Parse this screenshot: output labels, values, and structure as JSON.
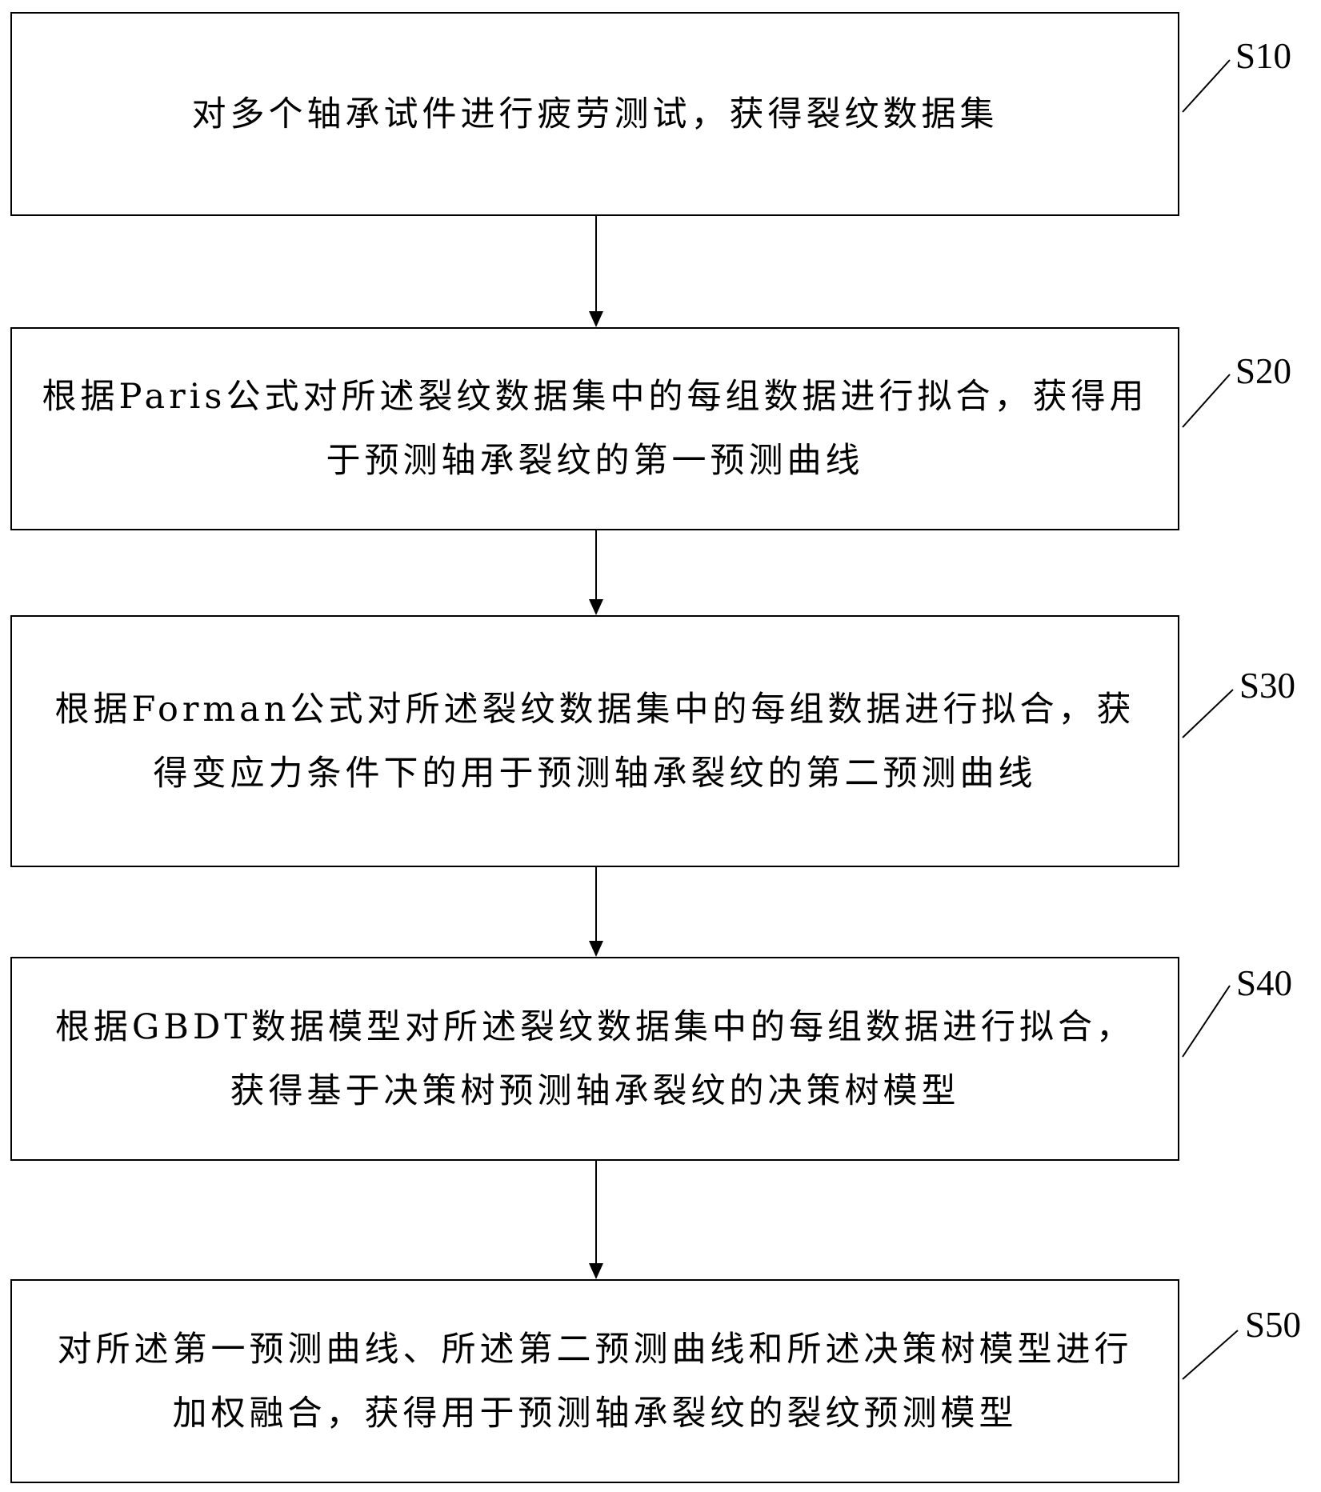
{
  "steps": [
    {
      "id": "S10",
      "text": "对多个轴承试件进行疲劳测试，获得裂纹数据集"
    },
    {
      "id": "S20",
      "text": "根据Paris公式对所述裂纹数据集中的每组数据进行拟合，获得用于预测轴承裂纹的第一预测曲线"
    },
    {
      "id": "S30",
      "text": "根据Forman公式对所述裂纹数据集中的每组数据进行拟合，获得变应力条件下的用于预测轴承裂纹的第二预测曲线"
    },
    {
      "id": "S40",
      "text": "根据GBDT数据模型对所述裂纹数据集中的每组数据进行拟合，获得基于决策树预测轴承裂纹的决策树模型"
    },
    {
      "id": "S50",
      "text": "对所述第一预测曲线、所述第二预测曲线和所述决策树模型进行加权融合，获得用于预测轴承裂纹的裂纹预测模型"
    }
  ]
}
